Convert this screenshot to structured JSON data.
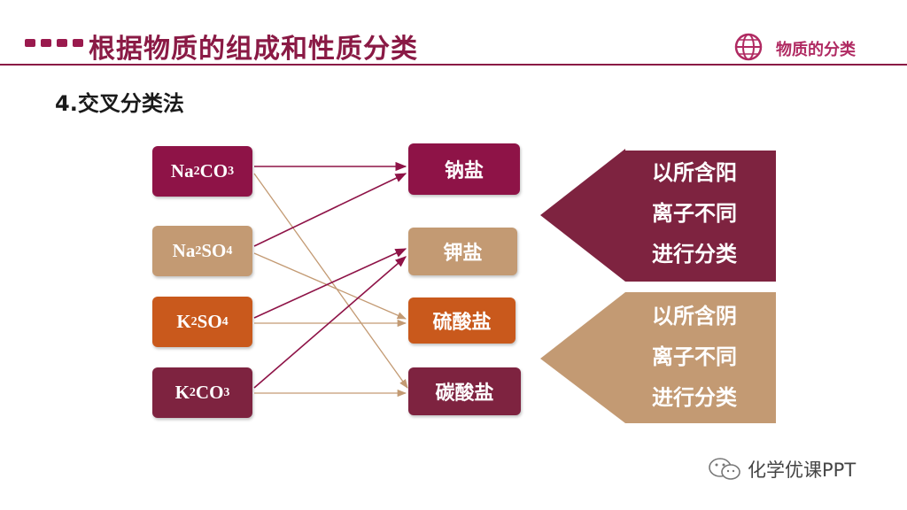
{
  "header": {
    "title": "根据物质的组成和性质分类",
    "section_tag": "物质的分类"
  },
  "subtitle": "4.交叉分类法",
  "compounds": [
    {
      "symbol1": "Na",
      "sub1": "2",
      "symbol2": "CO",
      "sub2": "3",
      "color": "#8e1347"
    },
    {
      "symbol1": "Na",
      "sub1": "2",
      "symbol2": "SO",
      "sub2": "4",
      "color": "#c39a73"
    },
    {
      "symbol1": "K",
      "sub1": "2",
      "symbol2": "SO",
      "sub2": "4",
      "color": "#c9591c"
    },
    {
      "symbol1": "K",
      "sub1": "2",
      "symbol2": "CO",
      "sub2": "3",
      "color": "#7e2340"
    }
  ],
  "categories": [
    {
      "label": "钠盐",
      "color": "#8e1347"
    },
    {
      "label": "钾盐",
      "color": "#c39a73"
    },
    {
      "label": "硫酸盐",
      "color": "#c9591c"
    },
    {
      "label": "碳酸盐",
      "color": "#7e2340"
    }
  ],
  "arrows": [
    {
      "lines": [
        "以所含阳",
        "离子不同",
        "进行分类"
      ],
      "color": "#7e2340"
    },
    {
      "lines": [
        "以所含阴",
        "离子不同",
        "进行分类"
      ],
      "color": "#c39a73"
    }
  ],
  "watermark": {
    "icon": "wechat-icon",
    "text": "化学优课PPT"
  },
  "colors": {
    "accent": "#8a1a45",
    "arrow_dark": "#8e1347",
    "arrow_light": "#c39a73"
  }
}
